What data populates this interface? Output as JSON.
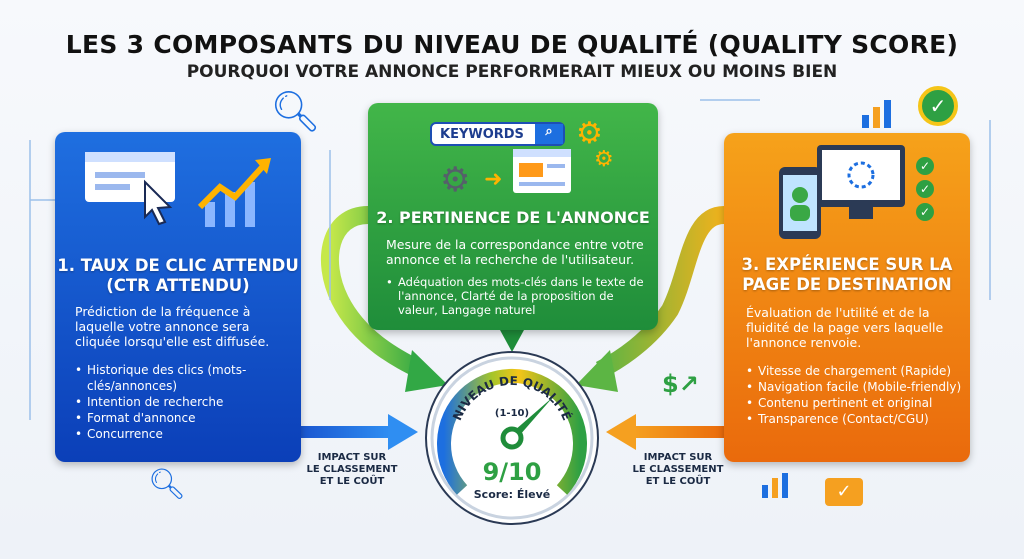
{
  "header": {
    "title": "LES 3 COMPOSANTS DU NIVEAU DE QUALITÉ (QUALITY SCORE)",
    "subtitle": "POURQUOI VOTRE ANNONCE PERFORMERAIT MIEUX OU MOINS BIEN"
  },
  "cards": [
    {
      "title_l1": "1. TAUX DE CLIC ATTENDU",
      "title_l2": "(CTR ATTENDU)",
      "description": "Prédiction de la fréquence à laquelle votre annonce sera cliquée lorsqu'elle est diffusée.",
      "bullets": [
        "Historique des clics (mots-clés/annonces)",
        "Intention de recherche",
        "Format d'annonce",
        "Concurrence"
      ]
    },
    {
      "title": "2. PERTINENCE DE L'ANNONCE",
      "keywords_label": "KEYWORDS",
      "description": "Mesure de la correspondance entre votre annonce et la recherche de l'utilisateur.",
      "bullets": [
        "Adéquation des mots-clés dans le texte de l'annonce,  Clarté de la proposition de valeur, Langage naturel"
      ]
    },
    {
      "title_l1": "3. EXPÉRIENCE SUR LA",
      "title_l2": "PAGE DE DESTINATION",
      "description": "Évaluation de l'utilité et de la fluidité de la page vers laquelle l'annonce renvoie.",
      "bullets": [
        "Vitesse de chargement (Rapide)",
        "Navigation facile (Mobile-friendly)",
        "Contenu pertinent et original",
        "Transparence (Contact/CGU)"
      ]
    }
  ],
  "gauge": {
    "label": "NIVEAU DE QUALITÉ",
    "range": "(1-10)",
    "score": "9/10",
    "score_value": 9,
    "score_max": 10,
    "rating": "Score: Élevé"
  },
  "impact": {
    "left_l1": "IMPACT SUR",
    "left_l2": "LE CLASSEMENT",
    "left_l3": "ET LE COÛT",
    "right_l1": "IMPACT SUR",
    "right_l2": "LE CLASSEMENT",
    "right_l3": "ET LE COÛT"
  },
  "colors": {
    "blue": "#1557d0",
    "green": "#2ea043",
    "orange": "#f08a12"
  }
}
